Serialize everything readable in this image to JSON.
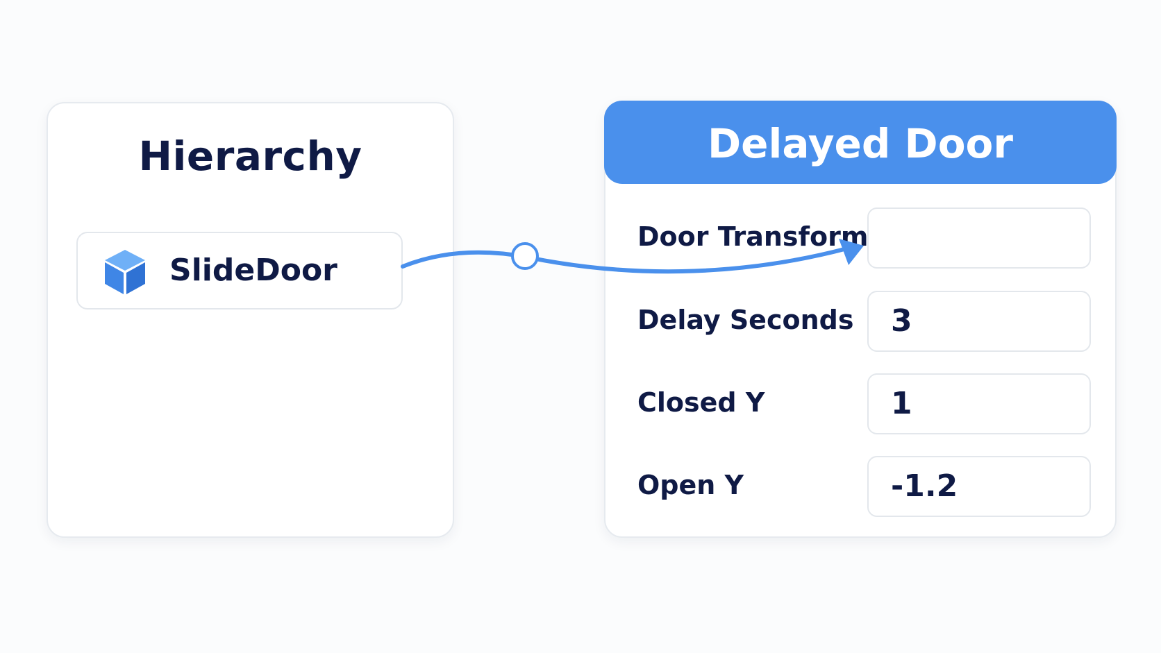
{
  "hierarchy": {
    "title": "Hierarchy",
    "items": [
      {
        "label": "SlideDoor",
        "icon": "cube-icon"
      }
    ]
  },
  "inspector": {
    "title": "Delayed Door",
    "fields": [
      {
        "label": "Door Transform",
        "value": ""
      },
      {
        "label": "Delay Seconds",
        "value": "3"
      },
      {
        "label": "Closed Y",
        "value": "1"
      },
      {
        "label": "Open Y",
        "value": "-1.2"
      }
    ]
  },
  "colors": {
    "accent": "#4a90ec",
    "text": "#0f1a45",
    "border": "#e3e7ec",
    "background": "#fbfcfd"
  }
}
